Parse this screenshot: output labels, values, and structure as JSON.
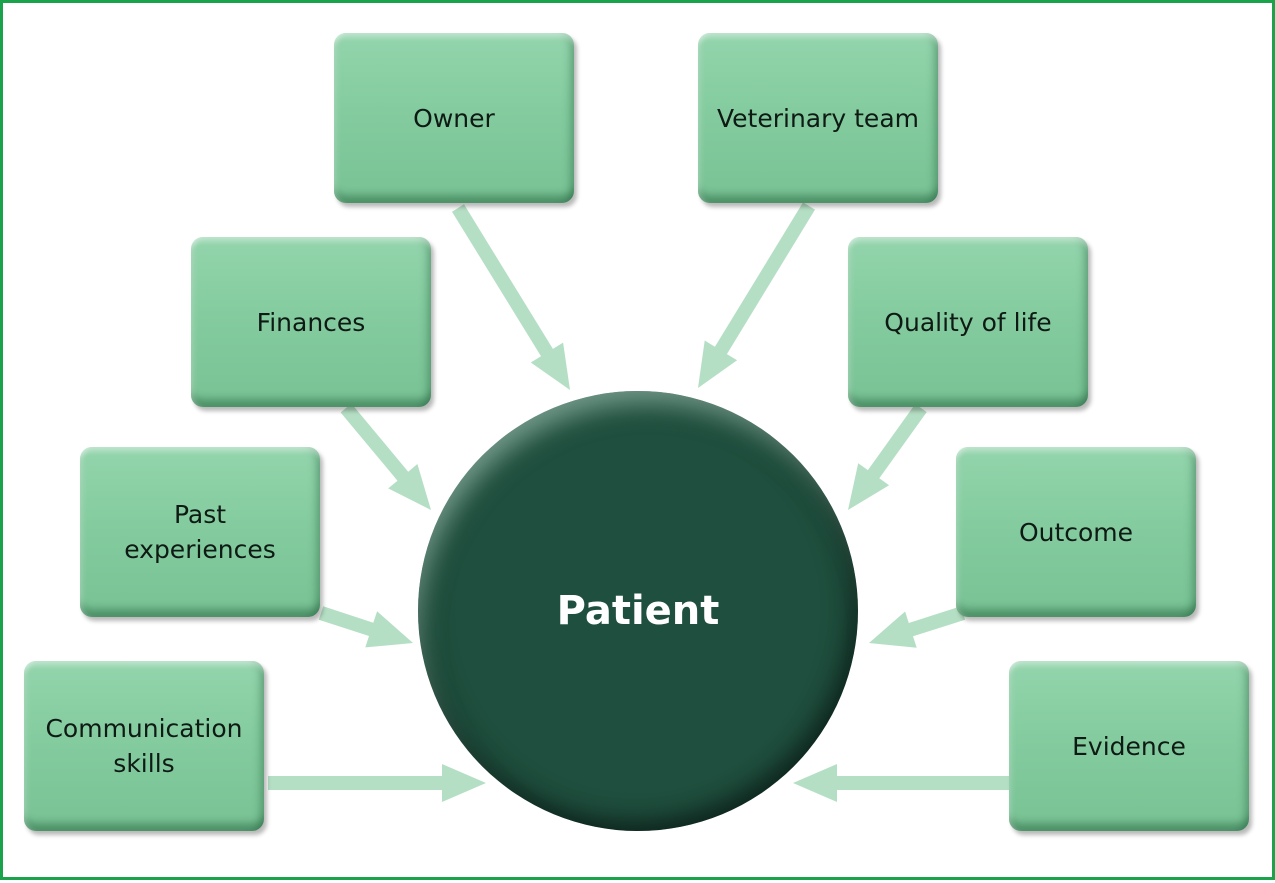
{
  "diagram": {
    "center": {
      "label": "Patient"
    },
    "nodes": [
      {
        "id": "owner",
        "label": "Owner"
      },
      {
        "id": "veterinary-team",
        "label": "Veterinary team"
      },
      {
        "id": "finances",
        "label": "Finances"
      },
      {
        "id": "quality-of-life",
        "label": "Quality of life"
      },
      {
        "id": "past-experiences",
        "label": "Past\nexperiences"
      },
      {
        "id": "outcome",
        "label": "Outcome"
      },
      {
        "id": "communication-skills",
        "label": "Communication\nskills"
      },
      {
        "id": "evidence",
        "label": "Evidence"
      }
    ],
    "edges": [
      {
        "from": "owner",
        "to": "patient"
      },
      {
        "from": "veterinary-team",
        "to": "patient"
      },
      {
        "from": "finances",
        "to": "patient"
      },
      {
        "from": "quality-of-life",
        "to": "patient"
      },
      {
        "from": "past-experiences",
        "to": "patient"
      },
      {
        "from": "outcome",
        "to": "patient"
      },
      {
        "from": "communication-skills",
        "to": "patient"
      },
      {
        "from": "evidence",
        "to": "patient"
      }
    ],
    "colors": {
      "frame": "#1aa34a",
      "node_fill": "#84cc9f",
      "center_fill": "#1f4f3e",
      "arrow": "#b5dfc4",
      "center_text": "#ffffff"
    }
  }
}
